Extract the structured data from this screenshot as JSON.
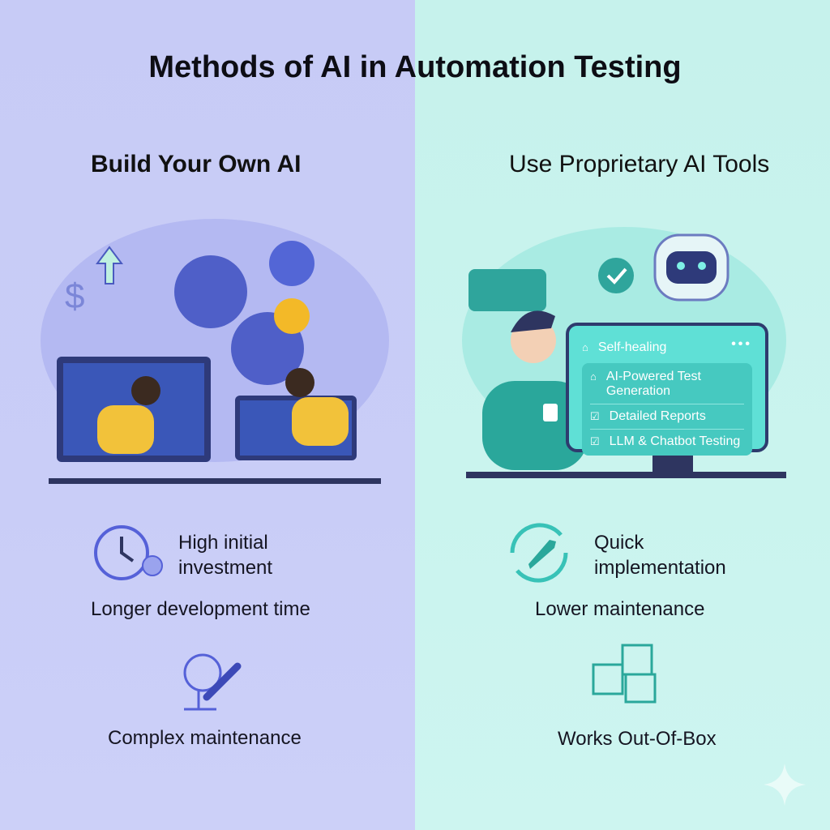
{
  "title": "Methods of AI in Automation Testing",
  "left": {
    "heading": "Build Your Own AI",
    "points": {
      "investment": "High initial investment",
      "time": "Longer development time",
      "maintenance": "Complex maintenance"
    }
  },
  "right": {
    "heading": "Use Proprietary AI Tools",
    "points": {
      "quick": "Quick implementation",
      "lower": "Lower maintenance",
      "works": "Works Out-Of-Box"
    },
    "screen": {
      "items": [
        "Self-healing",
        "AI-Powered Test Generation",
        "Detailed Reports",
        "LLM & Chatbot Testing"
      ],
      "menu": "•••"
    }
  },
  "colors": {
    "left_bg": "#c9cdf7",
    "right_bg": "#c9f3ee",
    "accent_blue": "#5561d8",
    "accent_teal": "#38c2b7",
    "yellow": "#f4c136"
  }
}
